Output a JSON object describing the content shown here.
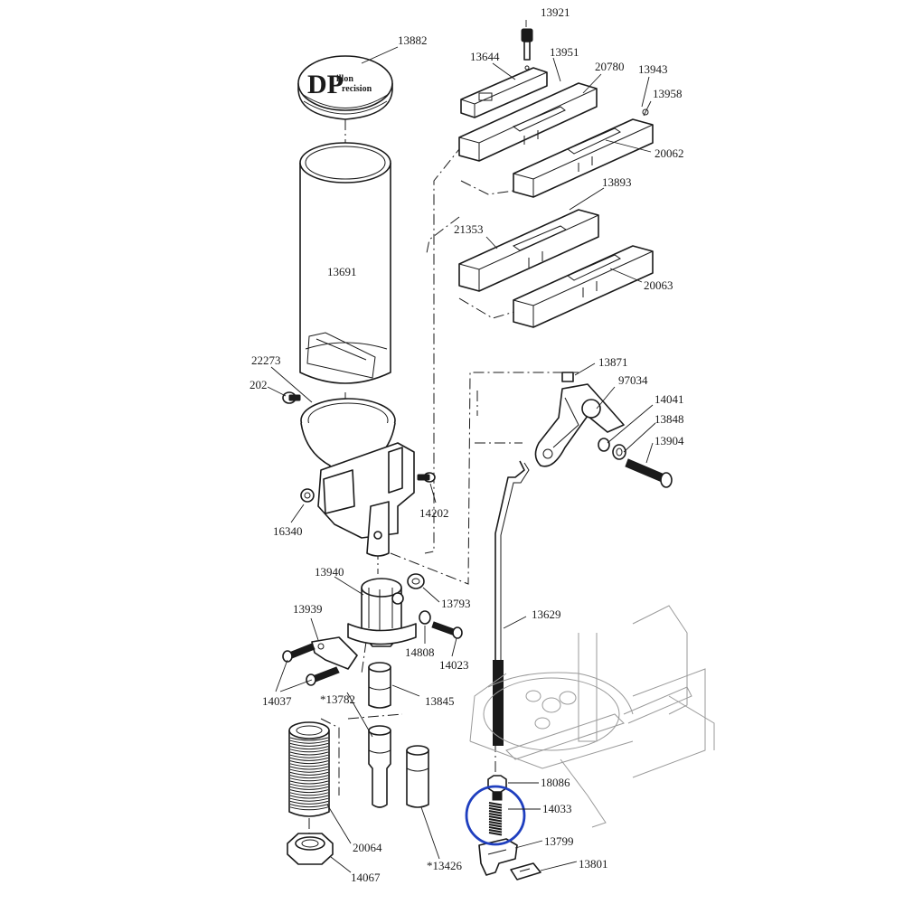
{
  "logo": {
    "letters": "DP",
    "line1": "illon",
    "line2": "recision"
  },
  "labels": {
    "p13921": "13921",
    "p13644": "13644",
    "p13951": "13951",
    "p20780": "20780",
    "p13943": "13943",
    "p13958": "13958",
    "p20062": "20062",
    "p13882": "13882",
    "p13893": "13893",
    "p21353": "21353",
    "p20063": "20063",
    "p13691": "13691",
    "p22273": "22273",
    "p202": "202",
    "p13871": "13871",
    "p97034": "97034",
    "p14041": "14041",
    "p13848": "13848",
    "p13904": "13904",
    "p14202": "14202",
    "p16340": "16340",
    "p13940": "13940",
    "p13793": "13793",
    "p13939": "13939",
    "p13629": "13629",
    "p14808": "14808",
    "p14023": "14023",
    "p14037": "14037",
    "p13782": "*13782",
    "p13845": "13845",
    "p18086": "18086",
    "p14033": "14033",
    "p13799": "13799",
    "p20064": "20064",
    "p13801": "13801",
    "p13426": "*13426",
    "p14067": "14067"
  },
  "highlight": {
    "target": "14033",
    "color": "#1f3fbf"
  }
}
